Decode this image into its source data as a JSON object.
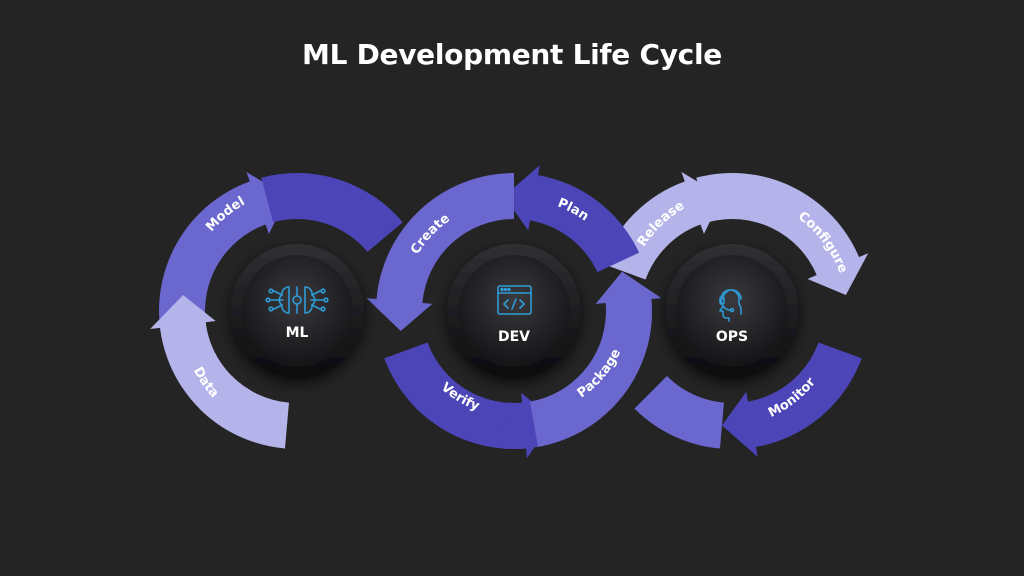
{
  "title": "ML Development Life Cycle",
  "colors": {
    "background": "#242424",
    "light": "#b4b4ea",
    "medium": "#6a67cf",
    "dark": "#4b45b8",
    "hub_icon": "#2e9bd6"
  },
  "hubs": [
    {
      "label": "ML",
      "icon": "brain-circuit-icon"
    },
    {
      "label": "DEV",
      "icon": "code-window-icon"
    },
    {
      "label": "OPS",
      "icon": "headset-agent-icon"
    }
  ],
  "segments": {
    "model": "Model",
    "data": "Data",
    "create": "Create",
    "plan": "Plan",
    "verify": "Verify",
    "package": "Package",
    "release": "Release",
    "configure": "Configure",
    "monitor": "Monitor"
  }
}
